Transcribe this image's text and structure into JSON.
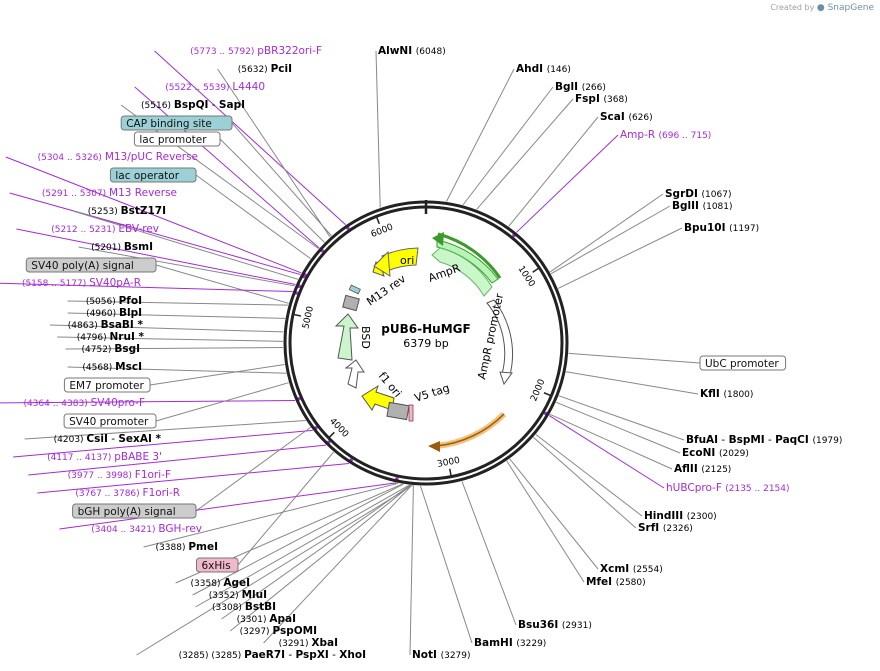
{
  "credit": {
    "prefix": "Created by",
    "brand": "SnapGene"
  },
  "plasmid": {
    "name": "pUB6-HuMGF",
    "size_label": "6379 bp",
    "length": 6379
  },
  "colors": {
    "primer": "#a32bd6",
    "enzyme": "#000000",
    "ori": "#ffff00",
    "ampr": "#b7f5b7",
    "ampr_arrow": "#3a9b2a",
    "kan_arrow": "#e08c17",
    "feature_blue": "#9ad0d6",
    "feature_grey": "#cccccc",
    "feature_pink": "#f0b8c8"
  },
  "scale_ticks": [
    "1000",
    "2000",
    "3000",
    "4000",
    "5000",
    "6000"
  ],
  "features": [
    {
      "name": "ori",
      "label": "ori"
    },
    {
      "name": "AmpR",
      "label": "AmpR"
    },
    {
      "name": "AmpR promoter",
      "label": "AmpR promoter"
    },
    {
      "name": "M13 rev",
      "label": "M13 rev"
    },
    {
      "name": "BSD",
      "label": "BSD"
    },
    {
      "name": "f1 ori",
      "label": "f1 ori"
    },
    {
      "name": "V5 tag",
      "label": "V5 tag"
    }
  ],
  "right_labels": [
    {
      "kind": "enzyme",
      "name": "AlwNI",
      "pos": "(6048)"
    },
    {
      "kind": "enzyme",
      "name": "AhdI",
      "pos": "(146)"
    },
    {
      "kind": "enzyme",
      "name": "BglI",
      "pos": "(266)"
    },
    {
      "kind": "enzyme",
      "name": "FspI",
      "pos": "(368)"
    },
    {
      "kind": "enzyme",
      "name": "ScaI",
      "pos": "(626)"
    },
    {
      "kind": "primer",
      "name": "Amp-R",
      "pos": "(696 .. 715)"
    },
    {
      "kind": "enzyme",
      "name": "SgrDI",
      "pos": "(1067)"
    },
    {
      "kind": "enzyme",
      "name": "BglII",
      "pos": "(1081)"
    },
    {
      "kind": "enzyme",
      "name": "Bpu10I",
      "pos": "(1197)"
    },
    {
      "kind": "feature",
      "name": "UbC promoter"
    },
    {
      "kind": "enzyme",
      "name": "KflI",
      "pos": "(1800)"
    },
    {
      "kind": "enzyme3",
      "a": "BfuAI",
      "b": "BspMI",
      "c": "PaqCI",
      "pos": "(1979)"
    },
    {
      "kind": "enzyme",
      "name": "EcoNI",
      "pos": "(2029)"
    },
    {
      "kind": "enzyme",
      "name": "AflII",
      "pos": "(2125)"
    },
    {
      "kind": "primer",
      "name": "hUBCpro-F",
      "pos": "(2135 .. 2154)"
    },
    {
      "kind": "enzyme",
      "name": "HindIII",
      "pos": "(2300)"
    },
    {
      "kind": "enzyme",
      "name": "SrfI",
      "pos": "(2326)"
    },
    {
      "kind": "enzyme",
      "name": "XcmI",
      "pos": "(2554)"
    },
    {
      "kind": "enzyme",
      "name": "MfeI",
      "pos": "(2580)"
    },
    {
      "kind": "enzyme",
      "name": "Bsu36I",
      "pos": "(2931)"
    },
    {
      "kind": "enzyme",
      "name": "BamHI",
      "pos": "(3229)"
    },
    {
      "kind": "enzyme",
      "name": "NotI",
      "pos": "(3279)"
    }
  ],
  "left_labels": [
    {
      "kind": "primer",
      "name": "pBR322ori-F",
      "pos": "(5773 .. 5792)"
    },
    {
      "kind": "enzyme",
      "name": "PciI",
      "pos": "(5632)"
    },
    {
      "kind": "primer",
      "name": "L4440",
      "pos": "(5522 .. 5539)"
    },
    {
      "kind": "enzyme2",
      "a": "BspQI",
      "b": "SapI",
      "pos": "(5516)"
    },
    {
      "kind": "feature",
      "name": "CAP binding site",
      "style": "blue"
    },
    {
      "kind": "feature",
      "name": "lac promoter",
      "style": "white"
    },
    {
      "kind": "primer",
      "name": "M13/pUC Reverse",
      "pos": "(5304 .. 5326)"
    },
    {
      "kind": "feature",
      "name": "lac operator",
      "style": "blue"
    },
    {
      "kind": "primer",
      "name": "M13 Reverse",
      "pos": "(5291 .. 5307)"
    },
    {
      "kind": "enzyme",
      "name": "BstZ17I",
      "pos": "(5253)"
    },
    {
      "kind": "primer",
      "name": "EBV-rev",
      "pos": "(5212 .. 5231)"
    },
    {
      "kind": "enzyme",
      "name": "BsmI",
      "pos": "(5201)"
    },
    {
      "kind": "feature",
      "name": "SV40 poly(A) signal",
      "style": "grey"
    },
    {
      "kind": "primer",
      "name": "SV40pA-R",
      "pos": "(5158 .. 5177)"
    },
    {
      "kind": "enzyme",
      "name": "PfoI",
      "pos": "(5056)"
    },
    {
      "kind": "enzyme",
      "name": "BlpI",
      "pos": "(4960)"
    },
    {
      "kind": "enzyme",
      "name": "BsaBI *",
      "pos": "(4863)"
    },
    {
      "kind": "enzyme",
      "name": "NruI *",
      "pos": "(4796)"
    },
    {
      "kind": "enzyme",
      "name": "BsgI",
      "pos": "(4752)"
    },
    {
      "kind": "enzyme",
      "name": "MscI",
      "pos": "(4568)"
    },
    {
      "kind": "feature",
      "name": "EM7 promoter",
      "style": "white"
    },
    {
      "kind": "primer",
      "name": "SV40pro-F",
      "pos": "(4364 .. 4383)"
    },
    {
      "kind": "feature",
      "name": "SV40 promoter",
      "style": "white"
    },
    {
      "kind": "enzyme2",
      "a": "CsiI",
      "b": "SexAI *",
      "pos": "(4203)"
    },
    {
      "kind": "primer",
      "name": "pBABE 3'",
      "pos": "(4117 .. 4137)"
    },
    {
      "kind": "primer",
      "name": "F1ori-F",
      "pos": "(3977 .. 3998)"
    },
    {
      "kind": "primer",
      "name": "F1ori-R",
      "pos": "(3767 .. 3786)"
    },
    {
      "kind": "feature",
      "name": "bGH poly(A) signal",
      "style": "grey"
    },
    {
      "kind": "primer",
      "name": "BGH-rev",
      "pos": "(3404 .. 3421)"
    },
    {
      "kind": "enzyme",
      "name": "PmeI",
      "pos": "(3388)"
    },
    {
      "kind": "feature",
      "name": "6xHis",
      "style": "pink"
    },
    {
      "kind": "enzyme",
      "name": "AgeI",
      "pos": "(3358)"
    },
    {
      "kind": "enzyme",
      "name": "MluI",
      "pos": "(3352)"
    },
    {
      "kind": "enzyme",
      "name": "BstBI",
      "pos": "(3308)"
    },
    {
      "kind": "enzyme",
      "name": "ApaI",
      "pos": "(3301)"
    },
    {
      "kind": "enzyme",
      "name": "PspOMI",
      "pos": "(3297)"
    },
    {
      "kind": "enzyme",
      "name": "XbaI",
      "pos": "(3291)"
    },
    {
      "kind": "enzyme3",
      "a": "PaeR7I",
      "b": "PspXI",
      "c": "XhoI",
      "pos": "(3285)"
    }
  ]
}
